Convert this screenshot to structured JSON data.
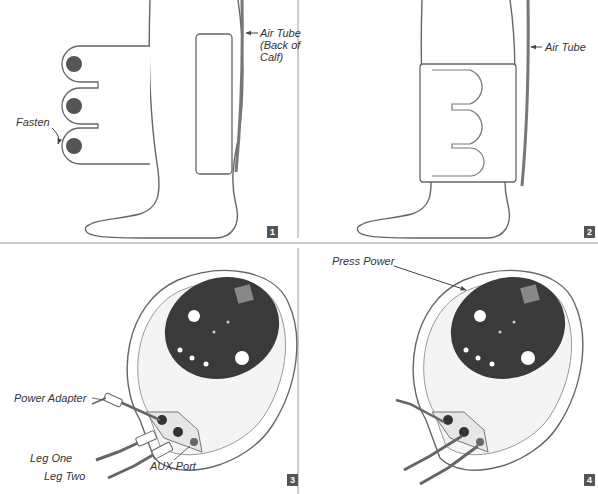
{
  "diagram": {
    "labels": [
      "Fasten",
      "Air Tube (Back of Calf)",
      "1",
      "Air Tube",
      "2",
      "Power Adapter",
      "Leg One",
      "Leg Two",
      "AUX Port",
      "3",
      "Press Power",
      "4"
    ]
  }
}
